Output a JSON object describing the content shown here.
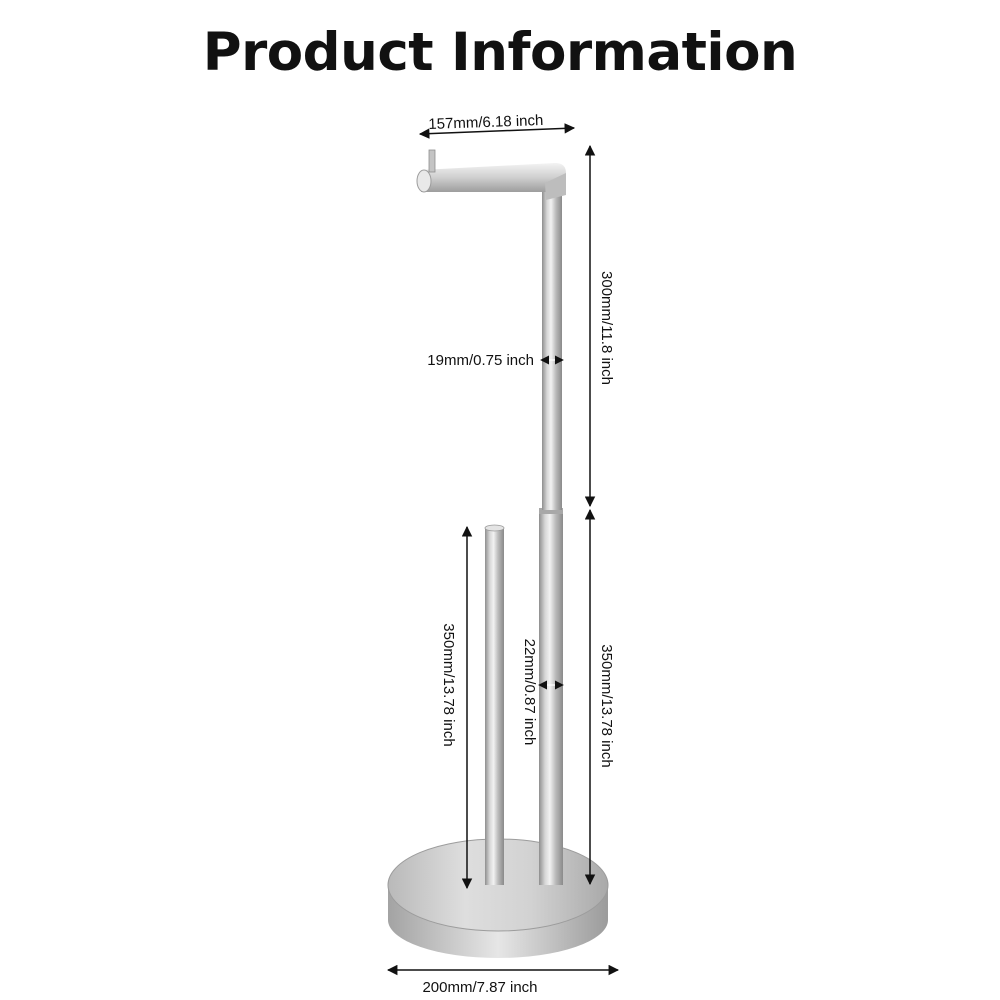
{
  "title": "Product Information",
  "dimensions": {
    "arm_length": "157mm/6.18 inch",
    "upper_height": "300mm/11.8 inch",
    "upper_diameter": "19mm/0.75 inch",
    "lower_diameter": "22mm/0.87 inch",
    "lower_height": "350mm/13.78 inch",
    "reserve_height": "350mm/13.78 inch",
    "base_width": "200mm/7.87 inch"
  },
  "colors": {
    "text": "#111111",
    "metal_light": "#eaeaea",
    "metal_dark": "#9a9a9a"
  }
}
